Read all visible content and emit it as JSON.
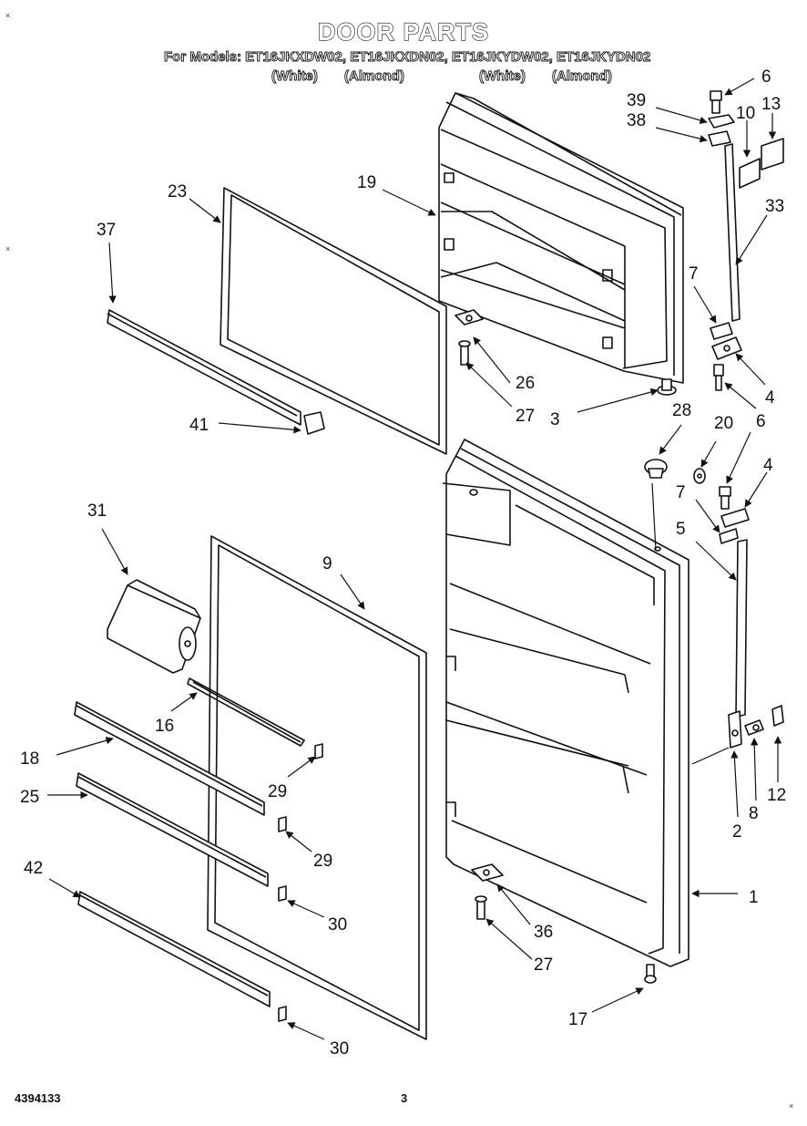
{
  "header": {
    "title": "DOOR PARTS",
    "models_line": "For Models: ET16JKXDW02, ET16JKXDN02, ET16JKYDW02, ET16JKYDN02",
    "color_labels": [
      "(White)",
      "(Almond)",
      "(White)",
      "(Almond)"
    ]
  },
  "footer": {
    "doc_number": "4394133",
    "page_number": "3"
  },
  "corner_marks": [
    "×",
    "×",
    "×"
  ],
  "callouts": [
    "1",
    "2",
    "3",
    "4",
    "4",
    "5",
    "6",
    "6",
    "7",
    "7",
    "8",
    "9",
    "10",
    "12",
    "13",
    "16",
    "17",
    "18",
    "19",
    "20",
    "23",
    "25",
    "26",
    "27",
    "27",
    "28",
    "29",
    "29",
    "30",
    "30",
    "31",
    "33",
    "36",
    "37",
    "38",
    "39",
    "41",
    "42"
  ]
}
